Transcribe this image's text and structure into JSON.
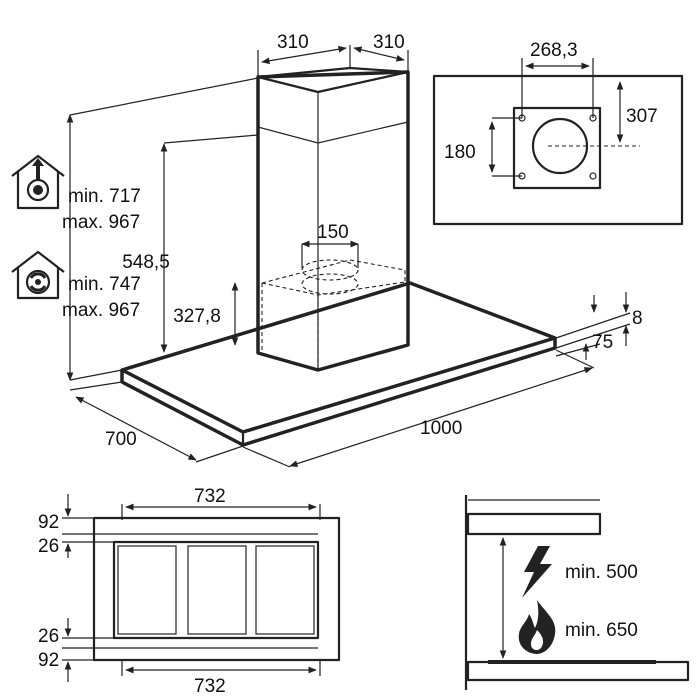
{
  "hood": {
    "top_width_a": "310",
    "top_width_b": "310",
    "chimney_height_note": "548,5",
    "duct_diameter": "150",
    "box_height": "327,8",
    "depth": "700",
    "width": "1000",
    "edge_thickness": "8",
    "body_height": "75",
    "extraction_mode": {
      "icon": "duct-out-house-icon",
      "min": "min. 717",
      "max": "max. 967"
    },
    "recirculation_mode": {
      "icon": "recirculation-house-icon",
      "min": "min. 747",
      "max": "max. 967"
    }
  },
  "ceiling_bracket": {
    "hole_spacing_h": "268,3",
    "hole_spacing_v": "180",
    "offset": "307"
  },
  "filters": {
    "width_top": "732",
    "width_bottom": "732",
    "margin_top_outer": "92",
    "margin_top_inner": "26",
    "margin_bottom_inner": "26",
    "margin_bottom_outer": "92"
  },
  "clearance": {
    "electric": {
      "icon": "lightning-icon",
      "label": "min. 500"
    },
    "gas": {
      "icon": "flame-icon",
      "label": "min. 650"
    }
  }
}
